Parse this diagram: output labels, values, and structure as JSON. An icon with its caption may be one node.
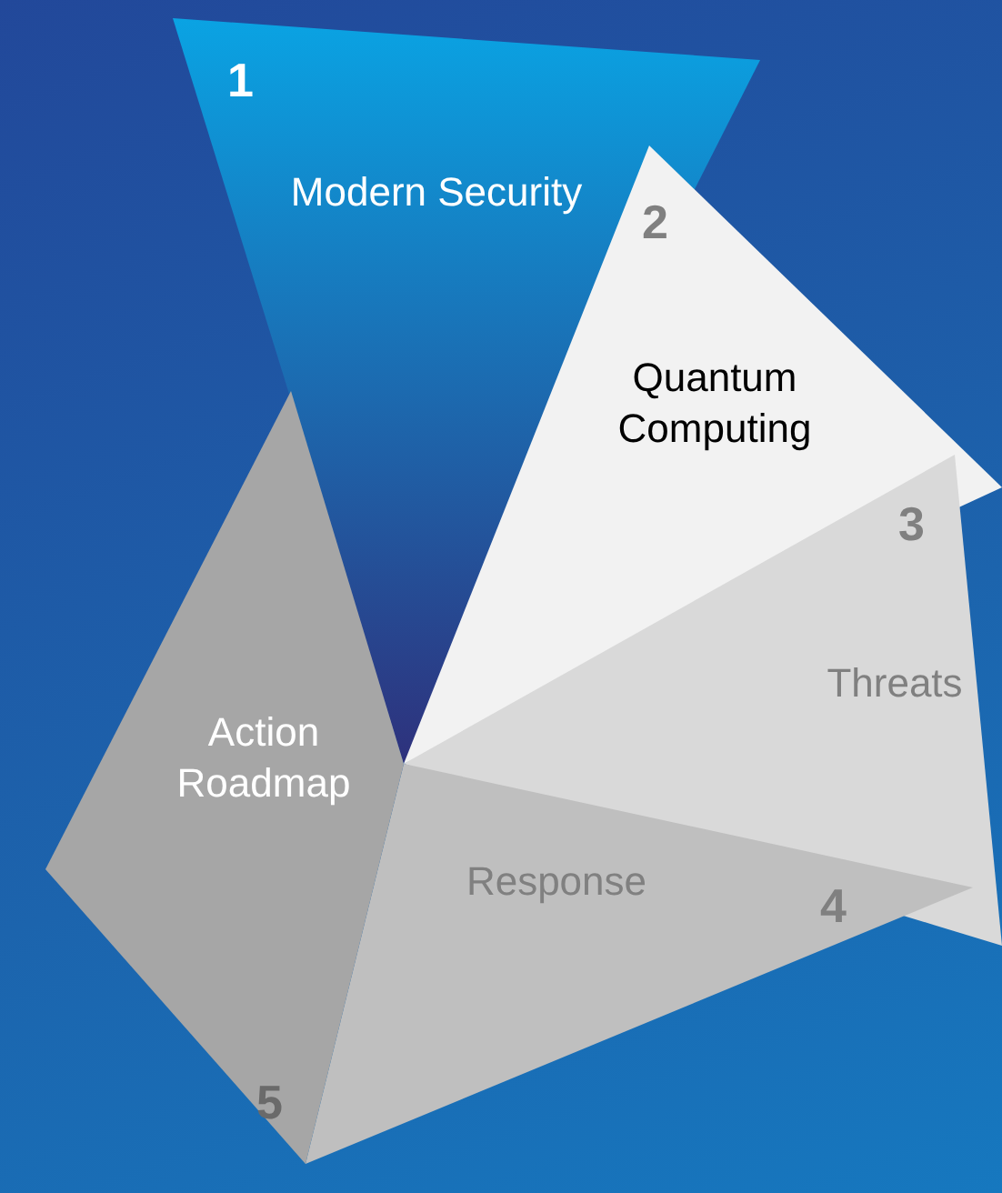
{
  "diagram": {
    "nodes": [
      {
        "text": [
          "1",
          "Modern Security"
        ]
      },
      {
        "text": [
          "2",
          "Quantum Computing"
        ]
      },
      {
        "text": [
          "3",
          "Threats"
        ]
      },
      {
        "text": [
          "4",
          "Response"
        ]
      },
      {
        "text": [
          "Action Roadmap",
          "5"
        ]
      }
    ]
  }
}
